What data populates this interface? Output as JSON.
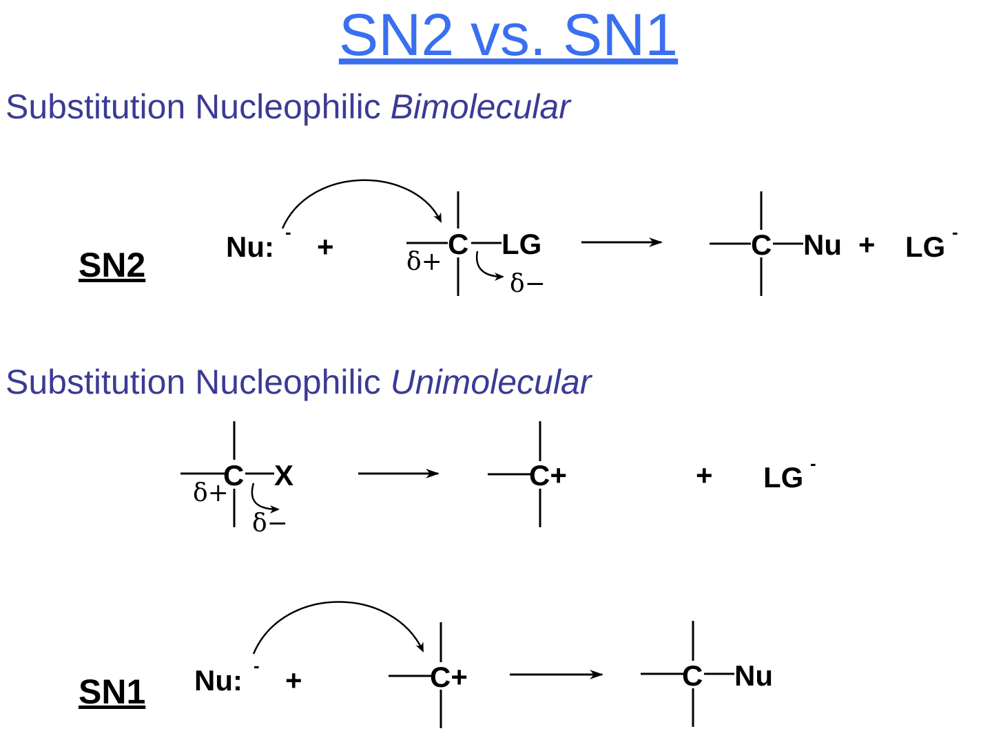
{
  "title": "SN2 vs. SN1",
  "colors": {
    "title": "#3a6ff0",
    "subtitle": "#3b3b94",
    "ink": "#000000"
  },
  "sn2": {
    "subtitle_prefix": "Substitution Nucleophilic ",
    "subtitle_emph": "Bimolecular",
    "label": "SN2",
    "nucleophile": "Nu:",
    "nucleophile_charge": "-",
    "plus": "+",
    "carbon": "C",
    "leaving_group": "LG",
    "delta_plus": "δ+",
    "delta_minus": "δ−",
    "product_substituent": "Nu",
    "product_plus": "+",
    "leaving_ion": "LG",
    "leaving_ion_charge": "-"
  },
  "sn1": {
    "subtitle_prefix": "Substitution Nucleophilic ",
    "subtitle_emph": "Unimolecular",
    "step1": {
      "carbon": "C",
      "leaving_atom": "X",
      "delta_plus": "δ+",
      "delta_minus": "δ−",
      "carbocation": "C+",
      "plus": "+",
      "leaving_ion": "LG",
      "leaving_ion_charge": "-"
    },
    "step2": {
      "label": "SN1",
      "nucleophile": "Nu:",
      "nucleophile_charge": "-",
      "plus": "+",
      "carbocation": "C+",
      "product_carbon": "C",
      "product_substituent": "Nu"
    }
  }
}
